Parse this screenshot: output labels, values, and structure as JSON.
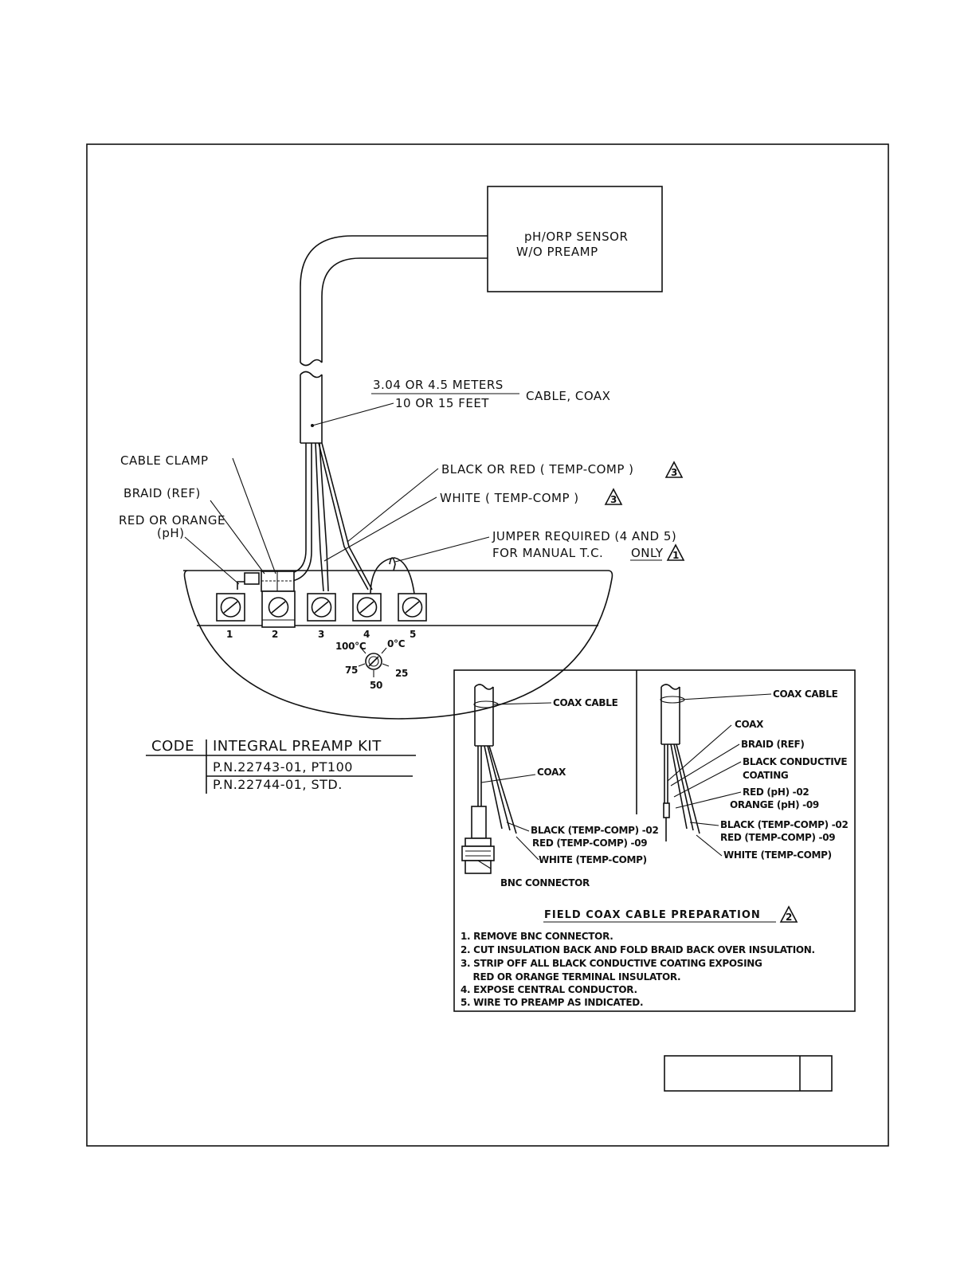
{
  "sensor_box": {
    "line1": "pH/ORP SENSOR",
    "line2": "W/O PREAMP"
  },
  "cable": {
    "length_top": "3.04  OR 4.5 METERS",
    "length_bottom": "10 OR 15 FEET",
    "type": "CABLE, COAX"
  },
  "callouts": {
    "cable_clamp": "CABLE CLAMP",
    "braid": "BRAID (REF)",
    "red_orange_line1": "RED OR ORANGE",
    "red_orange_line2": "(pH)",
    "black_red": "BLACK OR RED  ( TEMP-COMP )",
    "white": "WHITE ( TEMP-COMP )",
    "jumper_line1": "JUMPER REQUIRED (4 AND 5)",
    "jumper_line2": "FOR MANUAL T.C.",
    "jumper_only": "ONLY",
    "note1": "1",
    "note3": "3"
  },
  "terminals": [
    "1",
    "2",
    "3",
    "4",
    "5"
  ],
  "dial": {
    "t100": "100°C",
    "t0": "0°C",
    "t75": "75",
    "t25": "25",
    "t50": "50"
  },
  "kit_table": {
    "code_header": "CODE",
    "kit_header": "INTEGRAL PREAMP KIT",
    "row1": "P.N.22743-01, PT100",
    "row2": "P.N.22744-01, STD."
  },
  "inset": {
    "left": {
      "coax_cable": "COAX CABLE",
      "coax": "COAX",
      "black_line1": "BLACK (TEMP-COMP) -02",
      "black_line2": "RED (TEMP-COMP) -09",
      "white": "WHITE (TEMP-COMP)",
      "bnc": "BNC CONNECTOR"
    },
    "right": {
      "coax_cable": "COAX CABLE",
      "coax": "COAX",
      "braid": "BRAID (REF)",
      "black_coat_line1": "BLACK CONDUCTIVE",
      "black_coat_line2": "COATING",
      "red_line1": "RED (pH) -02",
      "red_line2": "ORANGE (pH) -09",
      "black_line1": "BLACK (TEMP-COMP) -02",
      "black_line2": "RED (TEMP-COMP) -09",
      "white": "WHITE (TEMP-COMP)"
    },
    "title": "FIELD COAX CABLE PREPARATION",
    "title_note": "2",
    "steps": [
      "1. REMOVE BNC CONNECTOR.",
      "2. CUT INSULATION BACK AND FOLD BRAID BACK OVER INSULATION.",
      "3. STRIP OFF ALL BLACK CONDUCTIVE COATING EXPOSING",
      "    RED OR ORANGE TERMINAL INSULATOR.",
      "4. EXPOSE CENTRAL CONDUCTOR.",
      "5. WIRE TO PREAMP AS INDICATED."
    ]
  }
}
